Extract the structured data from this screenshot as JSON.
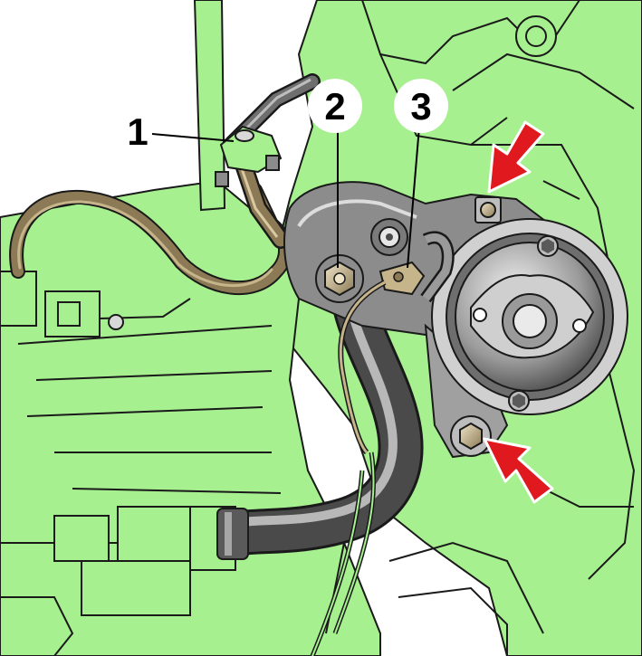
{
  "colors": {
    "background": "#ffffff",
    "engine_green": "#a6f08f",
    "engine_green_dark": "#86d874",
    "outline": "#1a1a1a",
    "metal_dark": "#4a4a4a",
    "metal_mid": "#8c8c8c",
    "metal_light": "#d8d8d8",
    "hose_dark": "#3a3a3a",
    "hose_mid": "#7a7a7a",
    "hose_light": "#c9c9c9",
    "pipe_brown": "#8b7a55",
    "pipe_brown_light": "#c6b58b",
    "arrow_red": "#e0191e"
  },
  "callouts": [
    {
      "label": "1",
      "target": "fuel-line-clamp"
    },
    {
      "label": "2",
      "target": "mounting-nut"
    },
    {
      "label": "3",
      "target": "wire-bracket"
    }
  ],
  "arrows": [
    {
      "target": "upper-mounting-bolt"
    },
    {
      "target": "lower-mounting-bolt"
    }
  ]
}
